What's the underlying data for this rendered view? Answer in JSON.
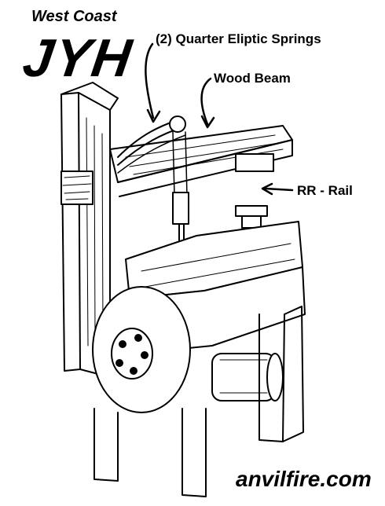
{
  "brand": {
    "subtitle": "West Coast",
    "title": "JYH"
  },
  "callouts": {
    "springs": "(2) Quarter Eliptic Springs",
    "beam": "Wood Beam",
    "rail": "RR - Rail"
  },
  "footer": {
    "site": "anvilfire.com"
  },
  "colors": {
    "ink": "#000000",
    "paper": "#ffffff",
    "shade": "#cccccc"
  }
}
